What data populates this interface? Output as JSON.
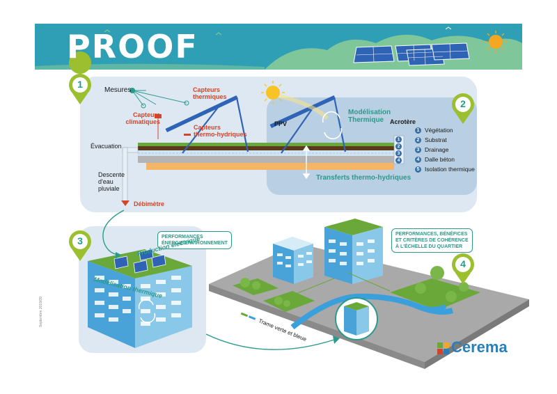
{
  "title": "PROOF",
  "markers": [
    "1",
    "2",
    "3",
    "4"
  ],
  "roof_section": {
    "mesures": "Mesures",
    "capteurs_thermiques": "Capteurs\nthermiques",
    "capteurs_climatiques": "Capteurs\nclimatiques",
    "capteurs_thermo_hydriques": "Capteurs\nthermo-hydriques",
    "evacuation": "Évacuation",
    "descente": "Descente\nd'eau\npluviale",
    "debitmetre": "Débimètre",
    "ppv": "PPV",
    "acrotere": "Acrotère",
    "modelisation_thermique": "Modélisation\nThermique",
    "transferts": "Transferts thermo-hydriques",
    "layers": [
      {
        "num": "1",
        "label": "Végétation"
      },
      {
        "num": "2",
        "label": "Substrat"
      },
      {
        "num": "3",
        "label": "Drainage"
      },
      {
        "num": "4",
        "label": "Dalle béton"
      },
      {
        "num": "5",
        "label": "Isolation thermique"
      }
    ]
  },
  "building_section": {
    "performances": "PERFORMANCES\nÉNERGIE/ENVIRONNEMENT",
    "production": "Production électrique",
    "modelisation": "Modélisation thermique"
  },
  "district_section": {
    "performances": "PERFORMANCES, BÉNÉFICES\nET CRITÈRES DE COHÉRENCE\nÀ L'ÉCHELLE DU QUARTIER",
    "trame": "Trame verte et bleue"
  },
  "footer": {
    "logo": "Cerema",
    "date": "Septembre 2019/09"
  },
  "colors": {
    "banner": "#2e9fb5",
    "teal": "#2a9a8a",
    "marker": "#9bbf2e",
    "panel": "#dde8f3",
    "solar": "#2f63b5",
    "green": "#6aa83a",
    "accent_red": "#d2452a"
  }
}
